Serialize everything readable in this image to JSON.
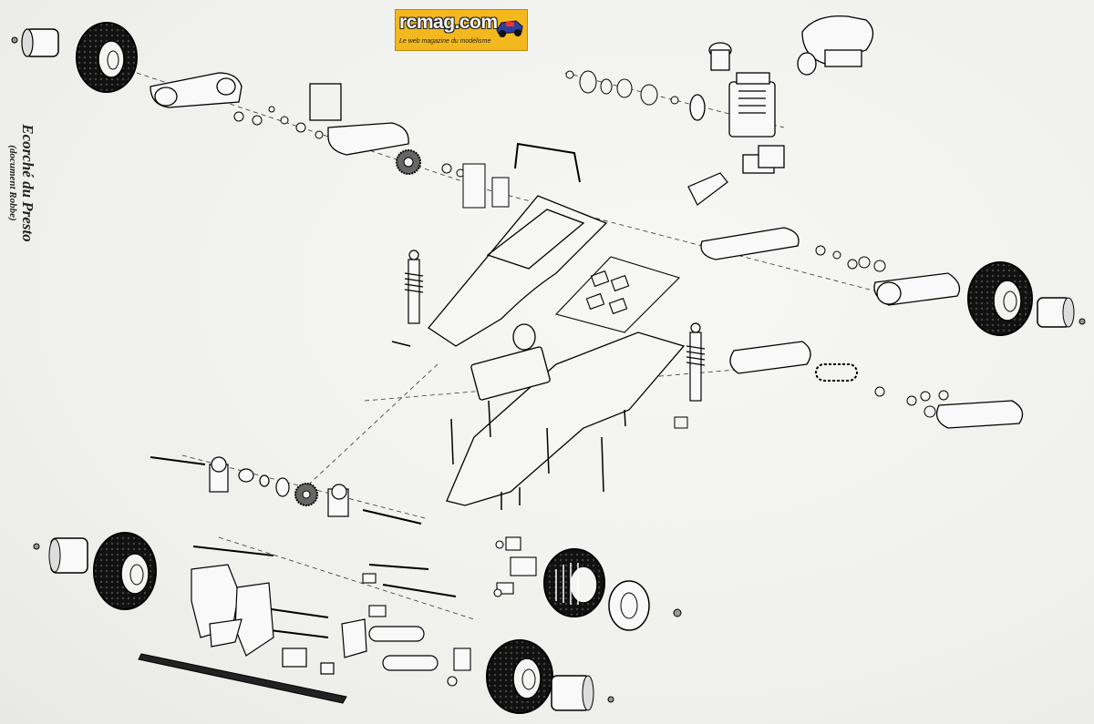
{
  "logo": {
    "name": "rcmag.com",
    "tagline": "Le web magazine du modélisme",
    "brand_color": "#f2b81e"
  },
  "caption": {
    "title": "Ecorché du Presto",
    "subtitle": "(document Robbe)"
  },
  "colors": {
    "ink": "#1a1a1a",
    "paper": "#f4f4f2",
    "tire": "#111111"
  }
}
